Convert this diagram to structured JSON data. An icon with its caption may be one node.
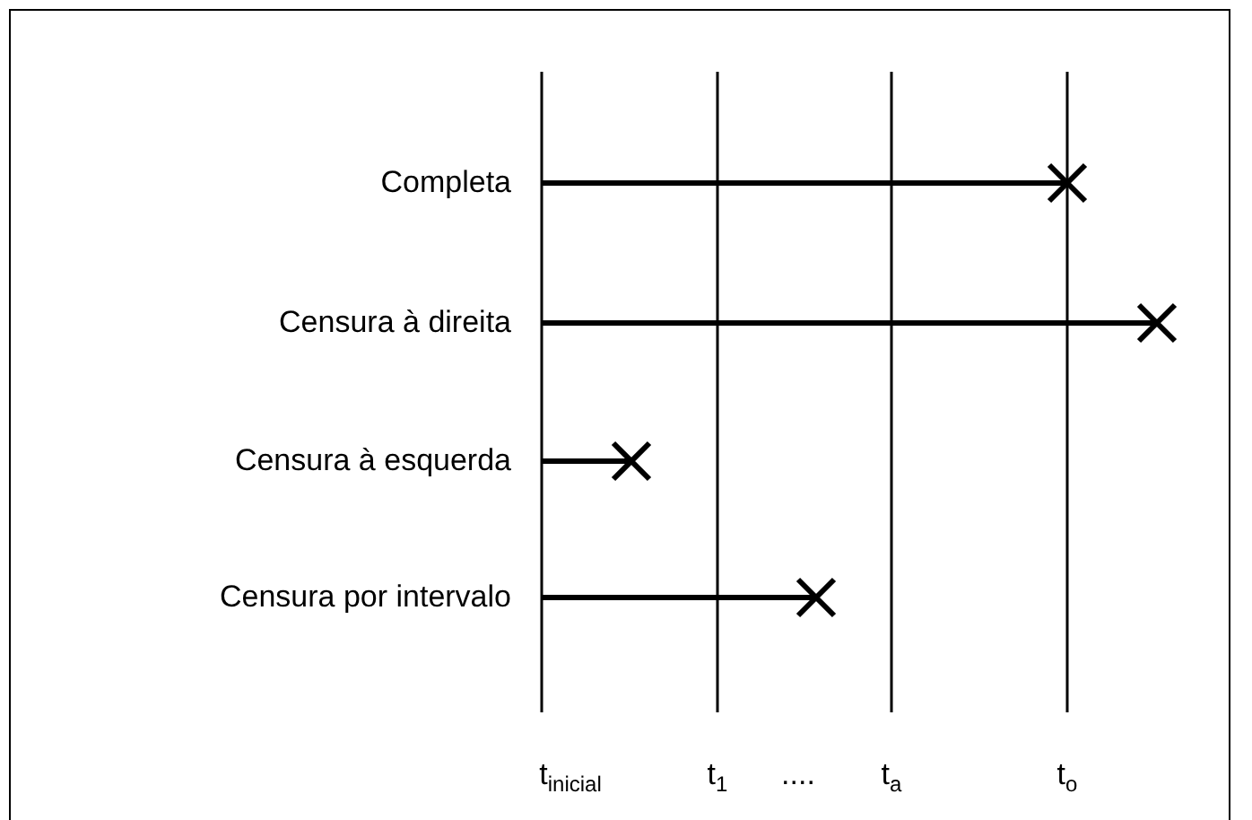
{
  "diagram": {
    "labels": [
      "Completa",
      "Censura à direita",
      "Censura à esquerda",
      "Censura por intervalo",
      "t$_{inicial}$",
      "t$_{1}$",
      "....",
      "t$_{a}$",
      "t$_{o}$"
    ]
  }
}
